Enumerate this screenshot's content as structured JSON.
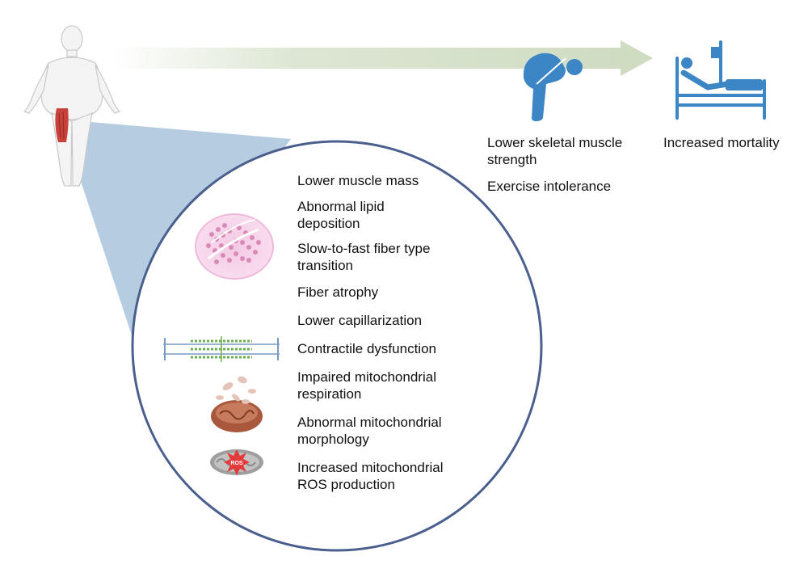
{
  "outcomes": {
    "muscle_strength": "Lower skeletal muscle strength",
    "exercise": "Exercise intolerance",
    "mortality": "Increased mortality"
  },
  "effects": [
    "Lower muscle mass",
    "Abnormal lipid deposition",
    "Slow-to-fast fiber type transition",
    "Fiber atrophy",
    "Lower capillarization",
    "Contractile dysfunction",
    "Impaired mitochondrial respiration",
    "Abnormal mitochondrial morphology",
    "Increased mitochondrial ROS production"
  ],
  "ros_label": "ROS",
  "colors": {
    "circle_border": "#4a5f8e",
    "wedge": "#a9c4dc",
    "arrow": "#cfdcc2",
    "icon_blue": "#3d86c6"
  }
}
